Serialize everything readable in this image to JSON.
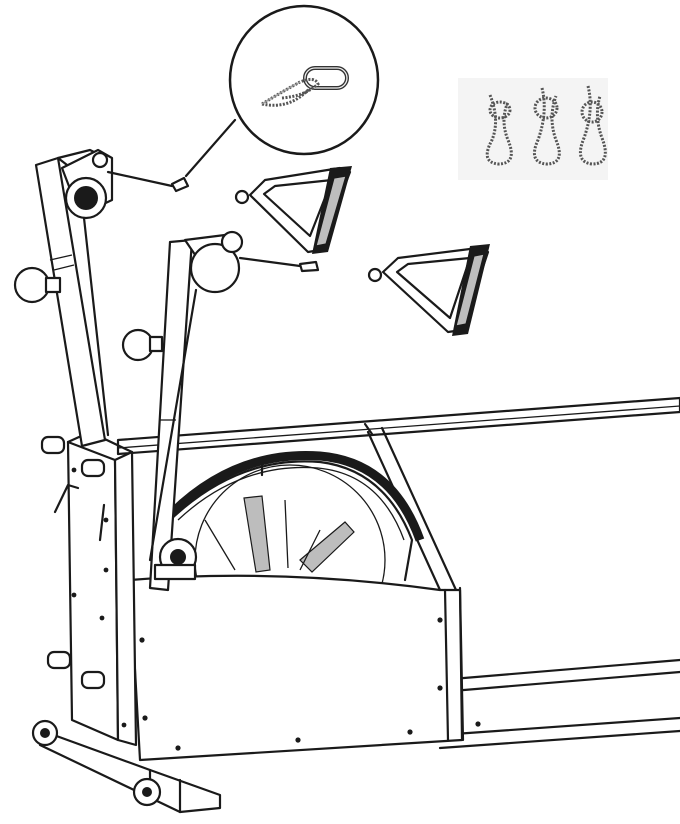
{
  "figure": {
    "subject": "rowing-machine-cable-handle-assembly",
    "colors": {
      "line": "#1a1a1a",
      "background": "#ffffff",
      "rope": "#8a8a8a",
      "shade": "#bdbdbd"
    },
    "parts": [
      {
        "id": "left-upright-post"
      },
      {
        "id": "center-upright-post"
      },
      {
        "id": "left-pulley"
      },
      {
        "id": "center-pulley"
      },
      {
        "id": "left-cable"
      },
      {
        "id": "center-cable"
      },
      {
        "id": "upper-handle"
      },
      {
        "id": "lower-handle"
      },
      {
        "id": "magnifier-inset-carabiner"
      },
      {
        "id": "knot-sequence"
      },
      {
        "id": "flywheel"
      },
      {
        "id": "flywheel-housing"
      },
      {
        "id": "main-rail"
      },
      {
        "id": "front-base-caster"
      }
    ]
  }
}
